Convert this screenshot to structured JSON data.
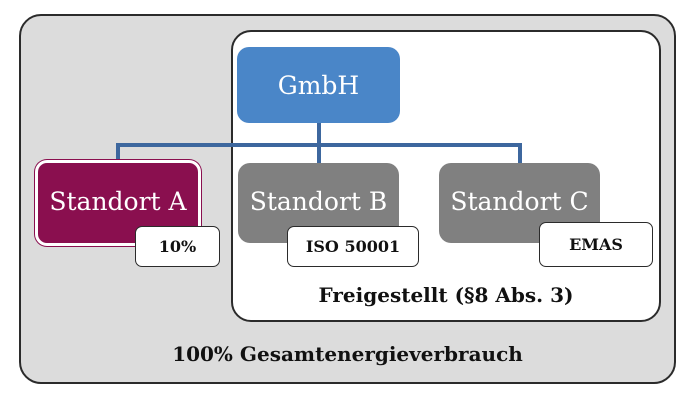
{
  "diagram": {
    "parent": {
      "label": "GmbH",
      "color": "#4a86c8"
    },
    "sites": [
      {
        "label": "Standort A",
        "tag": "10%",
        "color": "#8a0f4f"
      },
      {
        "label": "Standort B",
        "tag": "ISO 50001",
        "color": "#808080"
      },
      {
        "label": "Standort C",
        "tag": "EMAS",
        "color": "#808080"
      }
    ],
    "exempt_caption": "Freigestellt (§8 Abs. 3)",
    "total_caption": "100% Gesamtenergieverbrauch",
    "connector_color": "#3d679e"
  }
}
